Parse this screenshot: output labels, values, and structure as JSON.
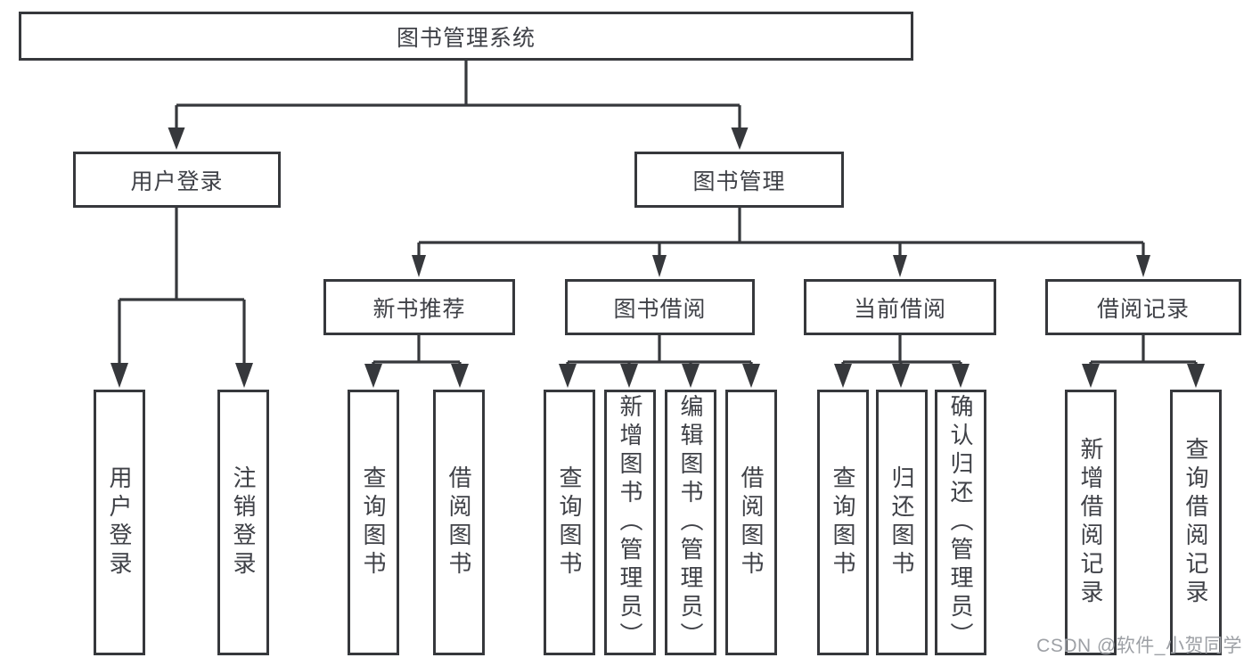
{
  "diagram": {
    "root": {
      "label": "图书管理系统"
    },
    "branches": [
      {
        "label": "用户登录",
        "children": [
          {
            "label": "用户登录"
          },
          {
            "label": "注销登录"
          }
        ]
      },
      {
        "label": "图书管理",
        "children": [
          {
            "label": "新书推荐",
            "children": [
              {
                "label": "查询图书"
              },
              {
                "label": "借阅图书"
              }
            ]
          },
          {
            "label": "图书借阅",
            "children": [
              {
                "label": "查询图书"
              },
              {
                "label": "新增图书（管理员）"
              },
              {
                "label": "编辑图书（管理员）"
              },
              {
                "label": "借阅图书"
              }
            ]
          },
          {
            "label": "当前借阅",
            "children": [
              {
                "label": "查询图书"
              },
              {
                "label": "归还图书"
              },
              {
                "label": "确认归还（管理员）"
              }
            ]
          },
          {
            "label": "借阅记录",
            "children": [
              {
                "label": "新增借阅记录"
              },
              {
                "label": "查询借阅记录"
              }
            ]
          }
        ]
      }
    ],
    "watermark": "CSDN @软件_小贺同学",
    "colors": {
      "line": "#36383c",
      "text": "#3f4147",
      "background": "#ffffff",
      "watermark": "#9da0a5"
    }
  }
}
